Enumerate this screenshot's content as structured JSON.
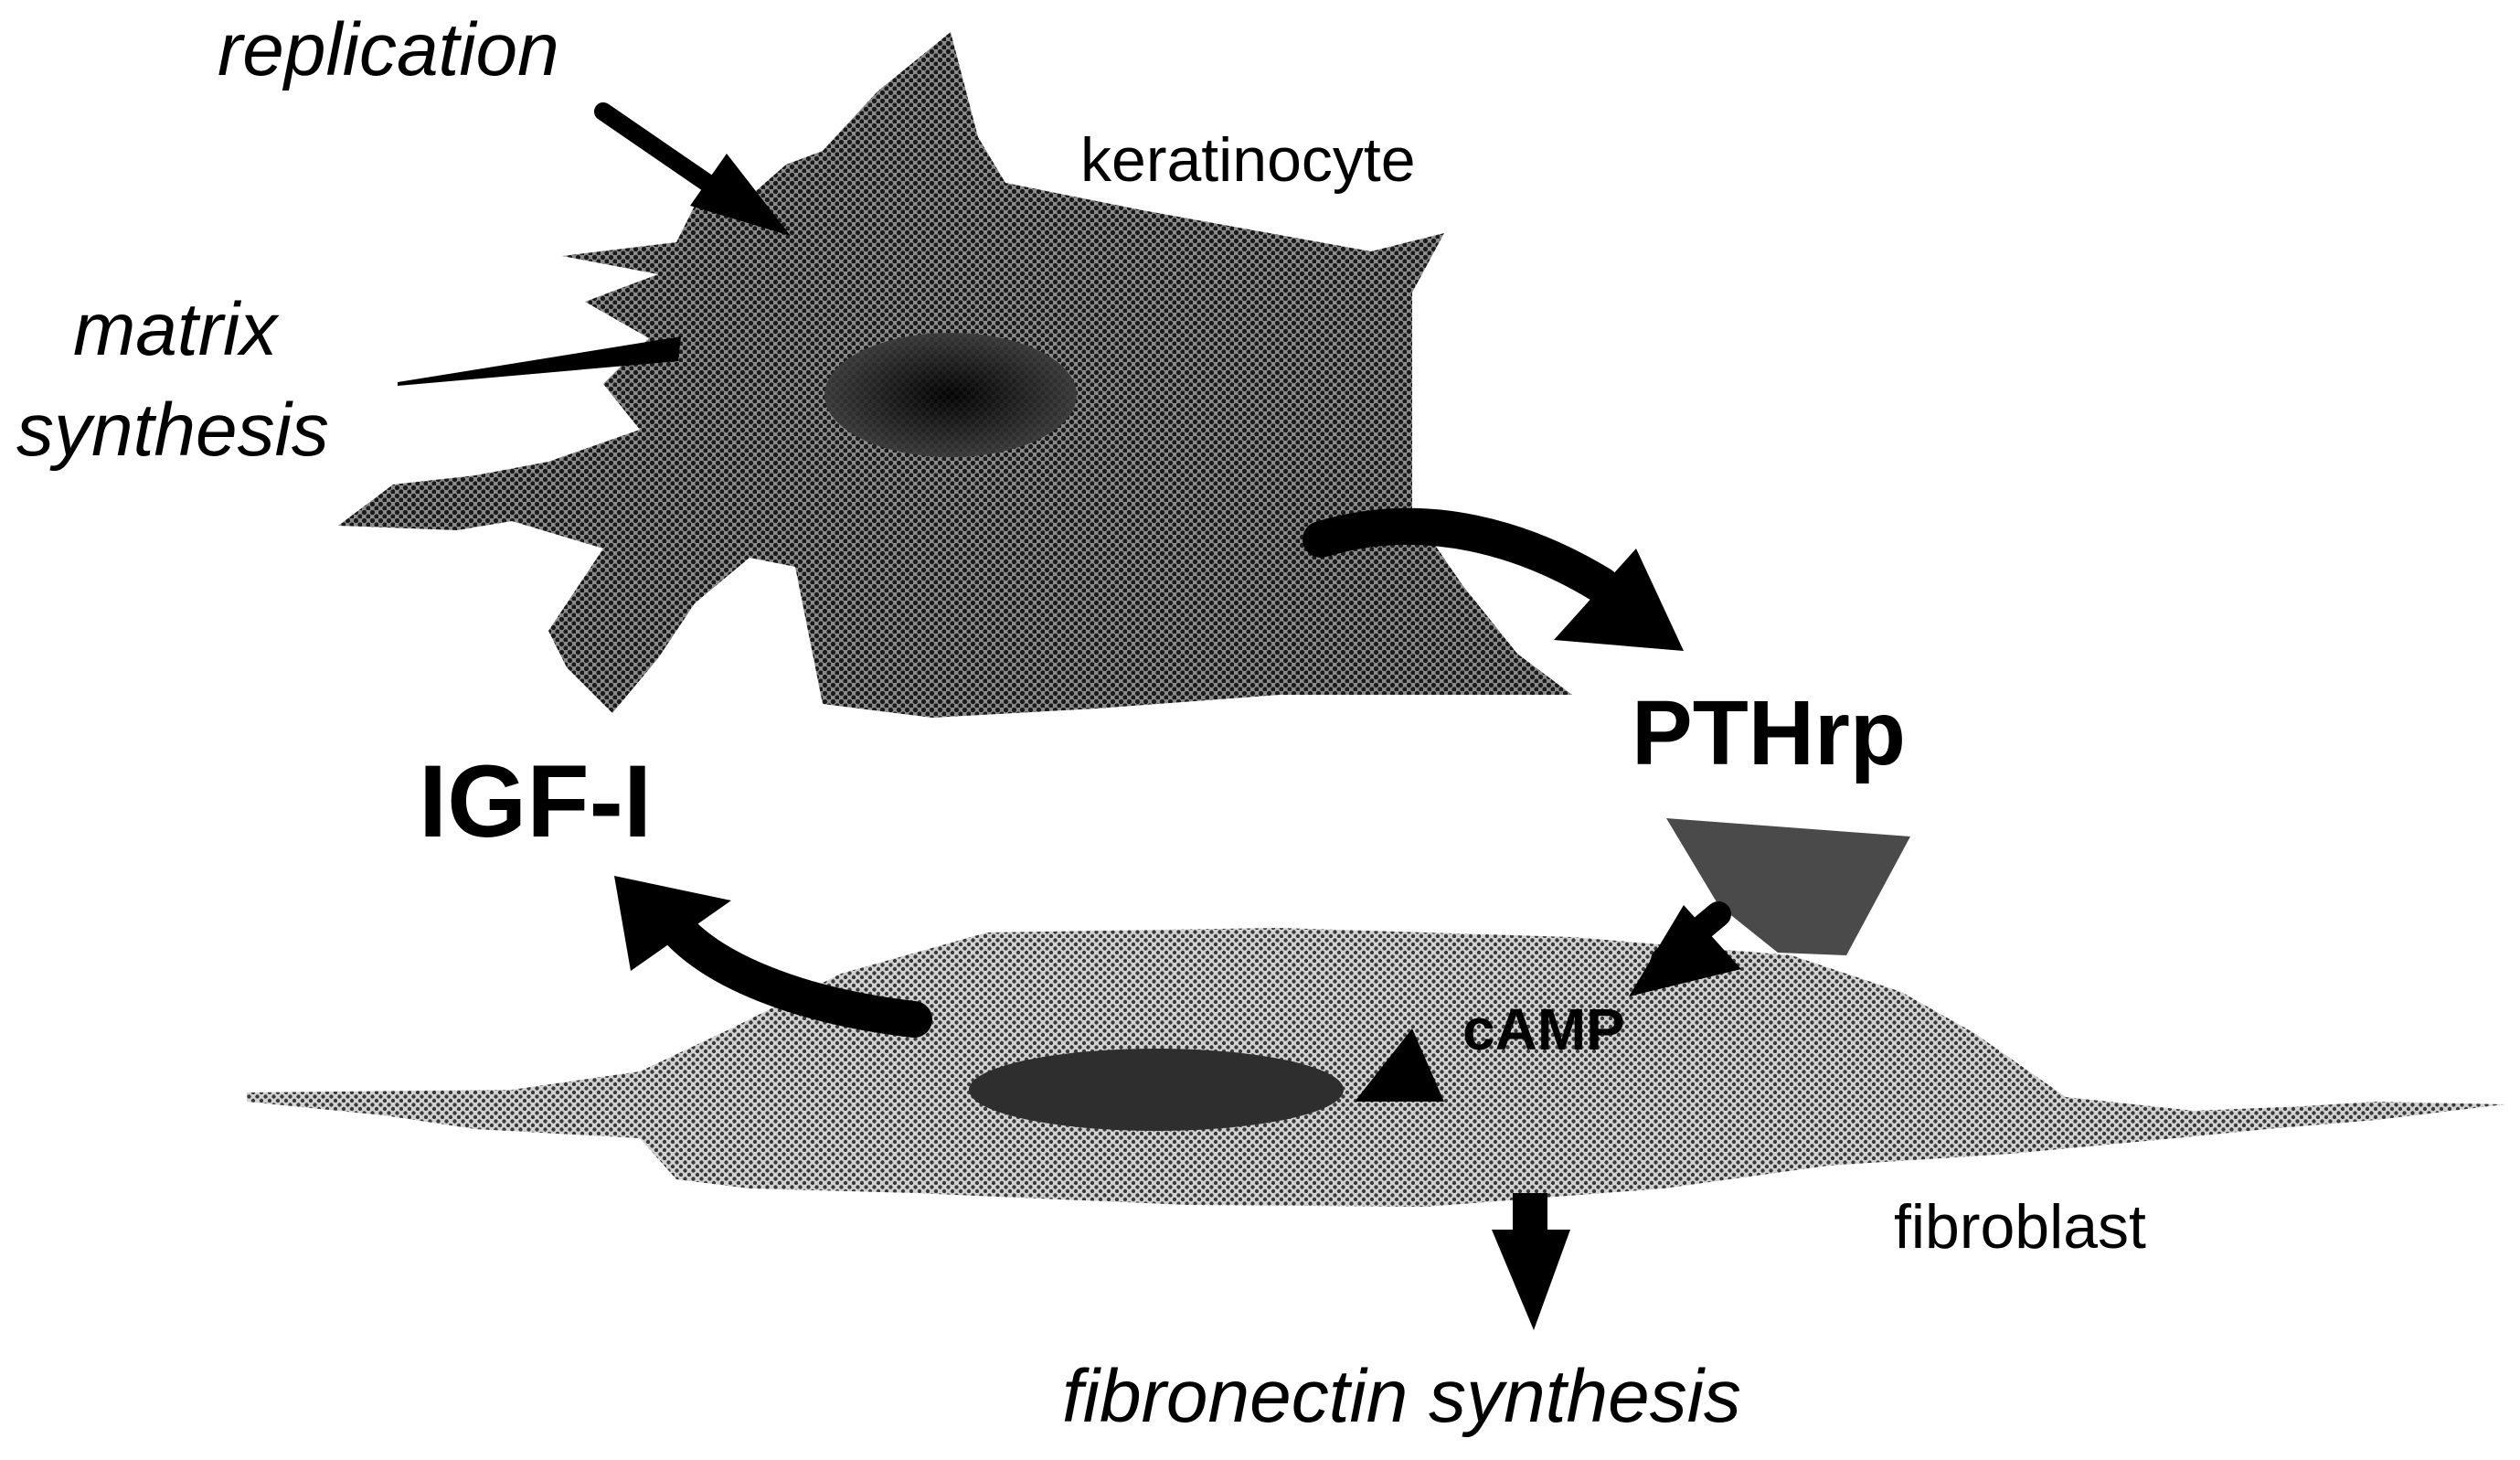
{
  "labels": {
    "replication": "replication",
    "matrix_line1": "matrix",
    "matrix_line2": "synthesis",
    "keratinocyte": "keratinocyte",
    "pthrp": "PTHrp",
    "igf": "IGF-I",
    "camp": "cAMP",
    "fibroblast": "fibroblast",
    "fibronectin": "fibronectin synthesis"
  },
  "colors": {
    "ink": "#000000",
    "keratinocyte_body": "#6e6e6e",
    "keratinocyte_nucleus": "#2a2a2a",
    "fibroblast_body": "#a9a9a9",
    "fibroblast_nucleus": "#2e2e2e",
    "receptor": "#4a4a4a"
  }
}
